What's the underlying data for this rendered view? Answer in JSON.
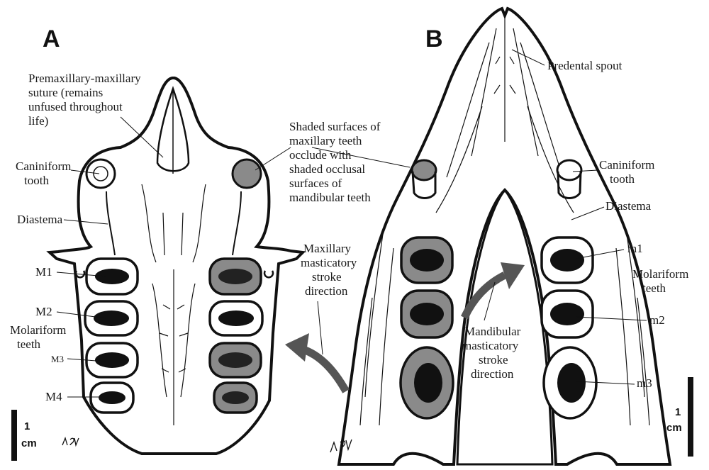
{
  "panels": {
    "a": "A",
    "b": "B"
  },
  "labels_a": {
    "suture": [
      "Premaxillary-maxillary",
      "suture (remains",
      "unfused throughout",
      "life)"
    ],
    "shaded": [
      "Shaded surfaces of",
      "maxillary teeth",
      "occlude with",
      "shaded occlusal",
      "surfaces of",
      "mandibular teeth"
    ],
    "caniniform": [
      "Caniniform",
      "tooth"
    ],
    "diastema": "Diastema",
    "m1": "M1",
    "m2": "M2",
    "molariform": [
      "Molariform",
      "teeth"
    ],
    "m3": "M3",
    "m4": "M4",
    "stroke": [
      "Maxillary",
      "masticatory",
      "stroke",
      "direction"
    ]
  },
  "labels_b": {
    "predental": "Predental spout",
    "caniniform": [
      "Caniniform",
      "tooth"
    ],
    "diastema": "Diastema",
    "m1": "m1",
    "molariform": [
      "Molariform",
      "teeth"
    ],
    "m2": "m2",
    "m3": "m3",
    "stroke": [
      "Mandibular",
      "masticatory",
      "stroke",
      "direction"
    ]
  },
  "scale_bars": {
    "left": [
      "1",
      "cm"
    ],
    "right": [
      "1",
      "cm"
    ]
  },
  "colors": {
    "ink": "#111111",
    "tooth_shade": "#8a8a8a",
    "arrow": "#555555"
  }
}
